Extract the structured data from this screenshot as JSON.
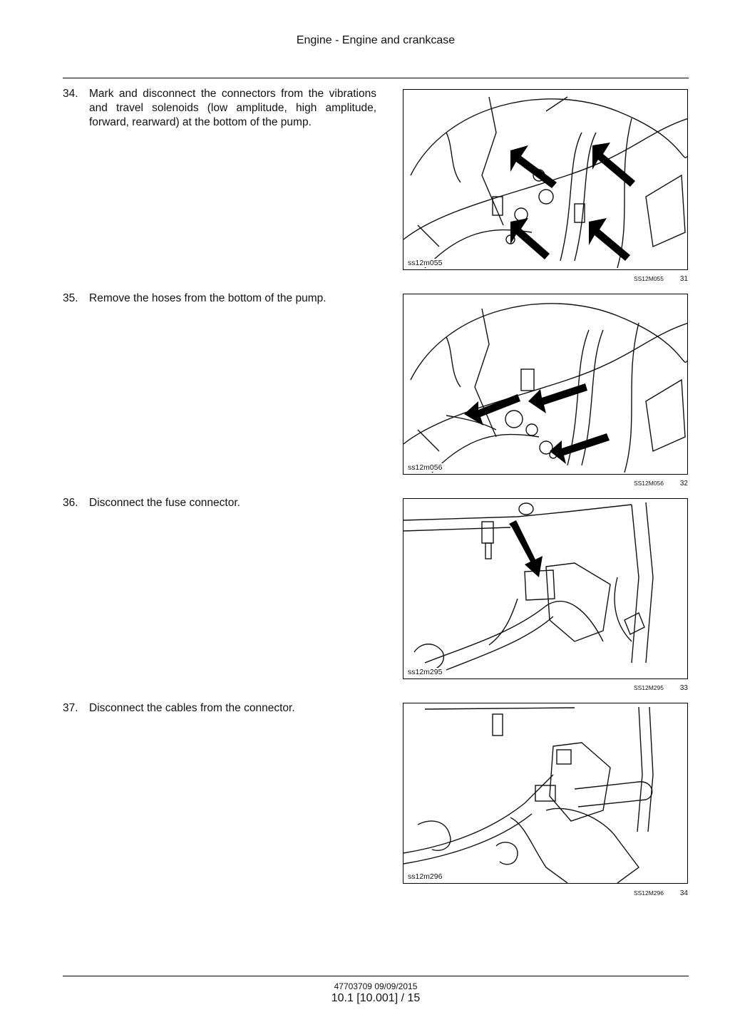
{
  "header": {
    "title": "Engine - Engine and crankcase"
  },
  "steps": [
    {
      "number": "34.",
      "text": "Mark and disconnect the connectors from the vibrations and travel solenoids (low amplitude, high amplitude, forward, rearward) at the bottom of the pump.",
      "figure": {
        "inset_code": "ss12m055",
        "ref_code": "SS12M055",
        "figure_number": "31",
        "arrow_count": 4
      }
    },
    {
      "number": "35.",
      "text": "Remove the hoses from the bottom of the pump.",
      "figure": {
        "inset_code": "ss12m056",
        "ref_code": "SS12M056",
        "figure_number": "32",
        "arrow_count": 3
      }
    },
    {
      "number": "36.",
      "text": "Disconnect the fuse connector.",
      "figure": {
        "inset_code": "ss12m295",
        "ref_code": "SS12M295",
        "figure_number": "33",
        "arrow_count": 1
      }
    },
    {
      "number": "37.",
      "text": "Disconnect the cables from the connector.",
      "figure": {
        "inset_code": "ss12m296",
        "ref_code": "SS12M296",
        "figure_number": "34",
        "arrow_count": 0
      }
    }
  ],
  "footer": {
    "doc_ref": "47703709 09/09/2015",
    "page": "10.1 [10.001] / 15"
  }
}
